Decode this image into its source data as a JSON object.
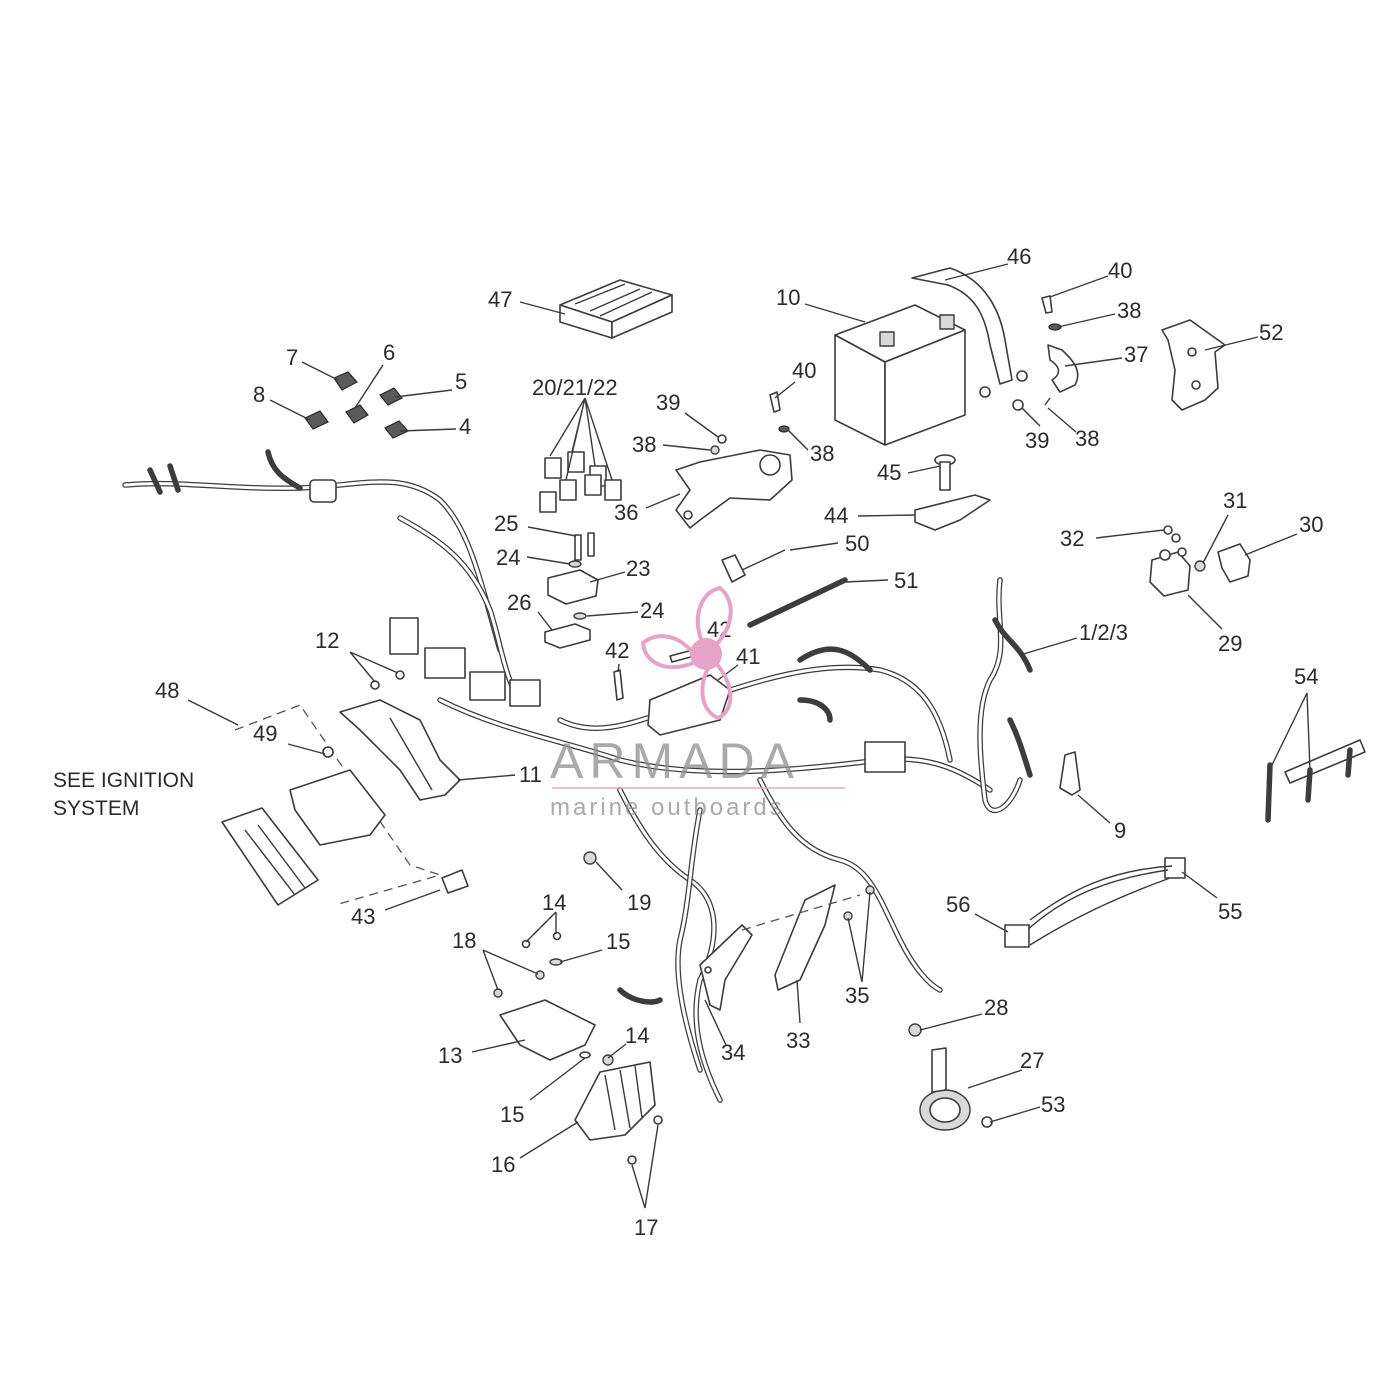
{
  "diagram": {
    "callouts": [
      {
        "id": "c46",
        "text": "46"
      },
      {
        "id": "c40a",
        "text": "40"
      },
      {
        "id": "c47",
        "text": "47"
      },
      {
        "id": "c10",
        "text": "10"
      },
      {
        "id": "c38a",
        "text": "38"
      },
      {
        "id": "c52",
        "text": "52"
      },
      {
        "id": "c37",
        "text": "37"
      },
      {
        "id": "c7",
        "text": "7"
      },
      {
        "id": "c6",
        "text": "6"
      },
      {
        "id": "c5",
        "text": "5"
      },
      {
        "id": "c8",
        "text": "8"
      },
      {
        "id": "c4",
        "text": "4"
      },
      {
        "id": "c202122",
        "text": "20/21/22"
      },
      {
        "id": "c40b",
        "text": "40"
      },
      {
        "id": "c39a",
        "text": "39"
      },
      {
        "id": "c38b",
        "text": "38"
      },
      {
        "id": "c38c",
        "text": "38"
      },
      {
        "id": "c39b",
        "text": "39"
      },
      {
        "id": "c38d",
        "text": "38"
      },
      {
        "id": "c45",
        "text": "45"
      },
      {
        "id": "c36",
        "text": "36"
      },
      {
        "id": "c31",
        "text": "31"
      },
      {
        "id": "c44",
        "text": "44"
      },
      {
        "id": "c30",
        "text": "30"
      },
      {
        "id": "c25",
        "text": "25"
      },
      {
        "id": "c32",
        "text": "32"
      },
      {
        "id": "c50",
        "text": "50"
      },
      {
        "id": "c24a",
        "text": "24"
      },
      {
        "id": "c23",
        "text": "23"
      },
      {
        "id": "c51",
        "text": "51"
      },
      {
        "id": "c26",
        "text": "26"
      },
      {
        "id": "c24b",
        "text": "24"
      },
      {
        "id": "c29",
        "text": "29"
      },
      {
        "id": "c123",
        "text": "1/2/3"
      },
      {
        "id": "c12",
        "text": "12"
      },
      {
        "id": "c42a",
        "text": "42"
      },
      {
        "id": "c42b",
        "text": "42"
      },
      {
        "id": "c41",
        "text": "41"
      },
      {
        "id": "c54",
        "text": "54"
      },
      {
        "id": "c48",
        "text": "48"
      },
      {
        "id": "c49",
        "text": "49"
      },
      {
        "id": "c11",
        "text": "11"
      },
      {
        "id": "c9",
        "text": "9"
      },
      {
        "id": "c19",
        "text": "19"
      },
      {
        "id": "c55",
        "text": "55"
      },
      {
        "id": "c56",
        "text": "56"
      },
      {
        "id": "c43",
        "text": "43"
      },
      {
        "id": "c14a",
        "text": "14"
      },
      {
        "id": "c18",
        "text": "18"
      },
      {
        "id": "c15a",
        "text": "15"
      },
      {
        "id": "c35",
        "text": "35"
      },
      {
        "id": "c28",
        "text": "28"
      },
      {
        "id": "c13",
        "text": "13"
      },
      {
        "id": "c14b",
        "text": "14"
      },
      {
        "id": "c34",
        "text": "34"
      },
      {
        "id": "c33",
        "text": "33"
      },
      {
        "id": "c27",
        "text": "27"
      },
      {
        "id": "c15b",
        "text": "15"
      },
      {
        "id": "c53",
        "text": "53"
      },
      {
        "id": "c16",
        "text": "16"
      },
      {
        "id": "c17",
        "text": "17"
      }
    ],
    "note_line1": "SEE IGNITION",
    "note_line2": "SYSTEM"
  },
  "watermark": {
    "brand": "ARMADA",
    "tagline": "marine outboards",
    "color": "#e6a3c8"
  }
}
